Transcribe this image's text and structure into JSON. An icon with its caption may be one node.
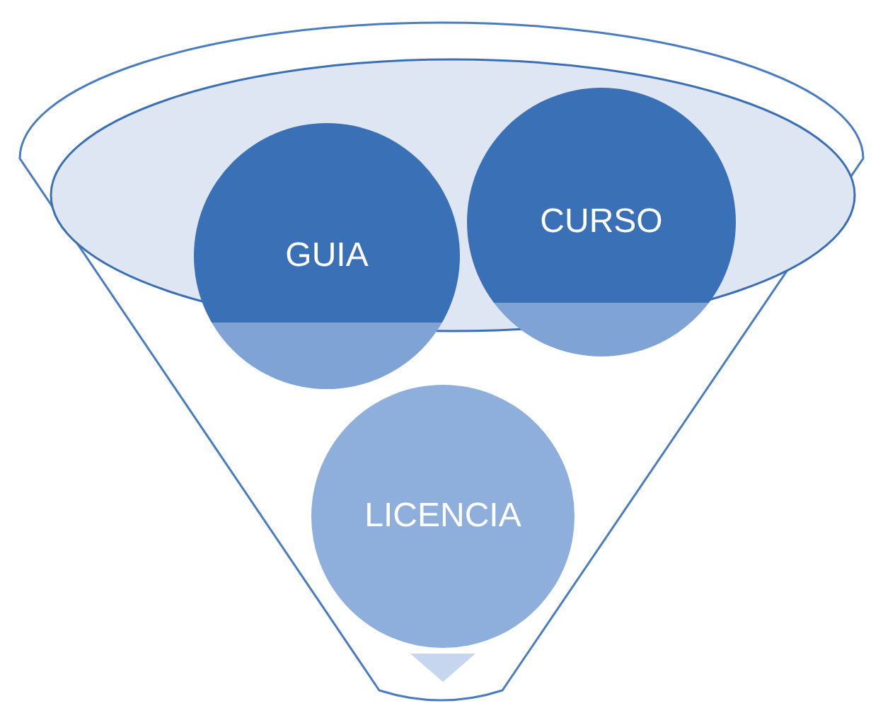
{
  "diagram": {
    "nodes": [
      {
        "text": [],
        "shape": "funnel"
      },
      {
        "text": [
          "GUIA"
        ],
        "in": 0
      },
      {
        "text": [
          "CURSO"
        ],
        "in": 0
      },
      {
        "text": [
          "LICENCIA"
        ],
        "in": 0
      }
    ],
    "edges": []
  }
}
